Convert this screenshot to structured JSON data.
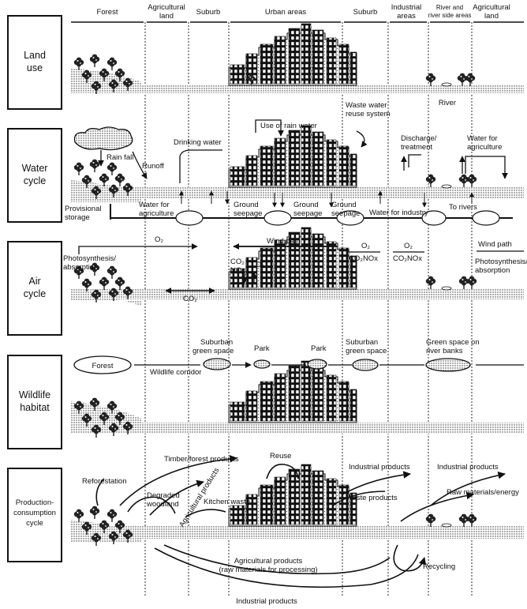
{
  "columns": [
    {
      "label_lines": [
        "Forest"
      ]
    },
    {
      "label_lines": [
        "Agricultural",
        "land"
      ]
    },
    {
      "label_lines": [
        "Suburb"
      ]
    },
    {
      "label_lines": [
        "Urban areas"
      ]
    },
    {
      "label_lines": [
        "Suburb"
      ]
    },
    {
      "label_lines": [
        "Industrial",
        "areas"
      ]
    },
    {
      "label_lines": [
        "River and",
        "river side areas"
      ]
    },
    {
      "label_lines": [
        "Agricultural",
        "land"
      ]
    }
  ],
  "rows": [
    {
      "id": "land-use",
      "label_lines": [
        "Land",
        "use"
      ]
    },
    {
      "id": "water-cycle",
      "label_lines": [
        "Water",
        "cycle"
      ]
    },
    {
      "id": "air-cycle",
      "label_lines": [
        "Air",
        "cycle"
      ]
    },
    {
      "id": "wildlife-habitat",
      "label_lines": [
        "Wildlife",
        "habitat"
      ]
    },
    {
      "id": "production-consumption-cycle",
      "label_lines": [
        "Production-",
        "consumption",
        "cycle"
      ]
    }
  ],
  "land_use": {
    "river": "River"
  },
  "water_cycle": {
    "rain_fall": "Rain fall",
    "runoff": "Runoff",
    "drinking_water": "Drinking water",
    "use_of_rain_water": "Use of rain water",
    "waste_water_reuse": [
      "Waste water",
      "reuse system"
    ],
    "discharge": [
      "Discharge/",
      "treatment"
    ],
    "water_for_agriculture_right": [
      "Water for",
      "agriculture"
    ],
    "provisional_storage": [
      "Provisional",
      "storage"
    ],
    "water_for_agriculture_left": [
      "Water for",
      "agriculture"
    ],
    "ground_seepage_1": [
      "Ground",
      "seepage"
    ],
    "ground_seepage_2": [
      "Ground",
      "seepage"
    ],
    "ground_seepage_3": [
      "Ground",
      "seepage"
    ],
    "water_for_industry": "Water for industry",
    "to_rivers": "To rivers"
  },
  "air_cycle": {
    "o2_forest": "O₂",
    "wind_path_center": "Wind path",
    "o2_suburb": "O₂",
    "co2nox_suburb": "CO₂NOx",
    "o2_industrial": "O₂",
    "co2nox_industrial": "CO₂NOx",
    "wind_path_right": "Wind path",
    "photosynthesis_left": [
      "Photosynthesis/",
      "absorption"
    ],
    "photosynthesis_right": [
      "Photosynthesis/",
      "absorption"
    ],
    "co2_nox_urban": [
      "CO₂",
      "NOx"
    ],
    "o2_urban": "O₂",
    "co2_lower": "CO₂"
  },
  "wildlife": {
    "forest": "Forest",
    "wildlife_corridor": "Wildlife corridor",
    "suburban_green_left": [
      "Suburban",
      "green space"
    ],
    "park_1": "Park",
    "park_2": "Park",
    "suburban_green_right": [
      "Suburban",
      "green space"
    ],
    "river_banks": [
      "Green space on",
      "river banks"
    ]
  },
  "production": {
    "timber": "Timber/forest products",
    "reuse": "Reuse",
    "industrial_products_top1": "Industrial products",
    "industrial_products_top2": "Industrial products",
    "reforestation": "Reforestation",
    "degraded_woodland": [
      "Degraded",
      "woodland"
    ],
    "agricultural_products_diag": "Agricultural products",
    "kitchen_waste": "Kitchen waste",
    "waste_products": "Waste products",
    "raw_materials": "Raw materials/energy",
    "agricultural_products_bottom": [
      "Agricultural products",
      "(raw materials for processing)"
    ],
    "recycling": "Recycling",
    "industrial_products_bottom": "Industrial products"
  }
}
